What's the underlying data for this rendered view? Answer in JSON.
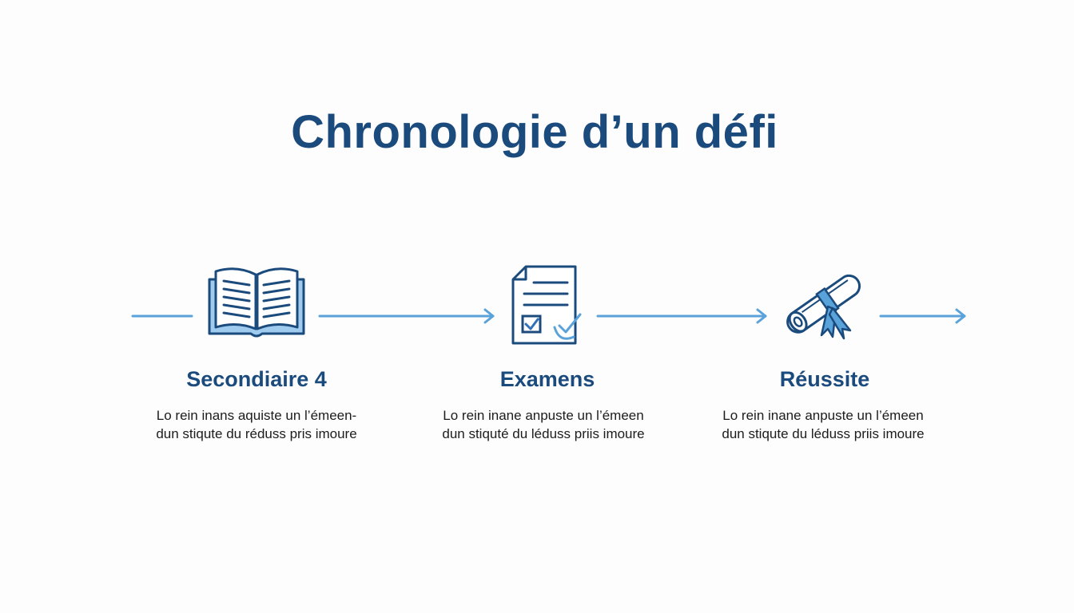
{
  "title": "Chronologie d’un défi",
  "colors": {
    "dark_blue": "#1b4b7d",
    "mid_blue": "#2f72b8",
    "light_blue": "#5aa3da",
    "fill_blue": "#9fcbee"
  },
  "steps": [
    {
      "icon": "open-book-icon",
      "label": "Secondiaire 4",
      "desc_line1": "Lo rein inans aquiste un l’émeen-",
      "desc_line2": "dun stiqute du réduss pris imoure"
    },
    {
      "icon": "exam-document-check-icon",
      "label": "Examens",
      "desc_line1": "Lo rein inane anpuste un l’émeen",
      "desc_line2": "dun stiquté du léduss priis imoure"
    },
    {
      "icon": "diploma-scroll-icon",
      "label": "Réussite",
      "desc_line1": "Lo rein inane anpuste un l’émeen",
      "desc_line2": "dun stiqute du léduss priis imoure"
    }
  ]
}
